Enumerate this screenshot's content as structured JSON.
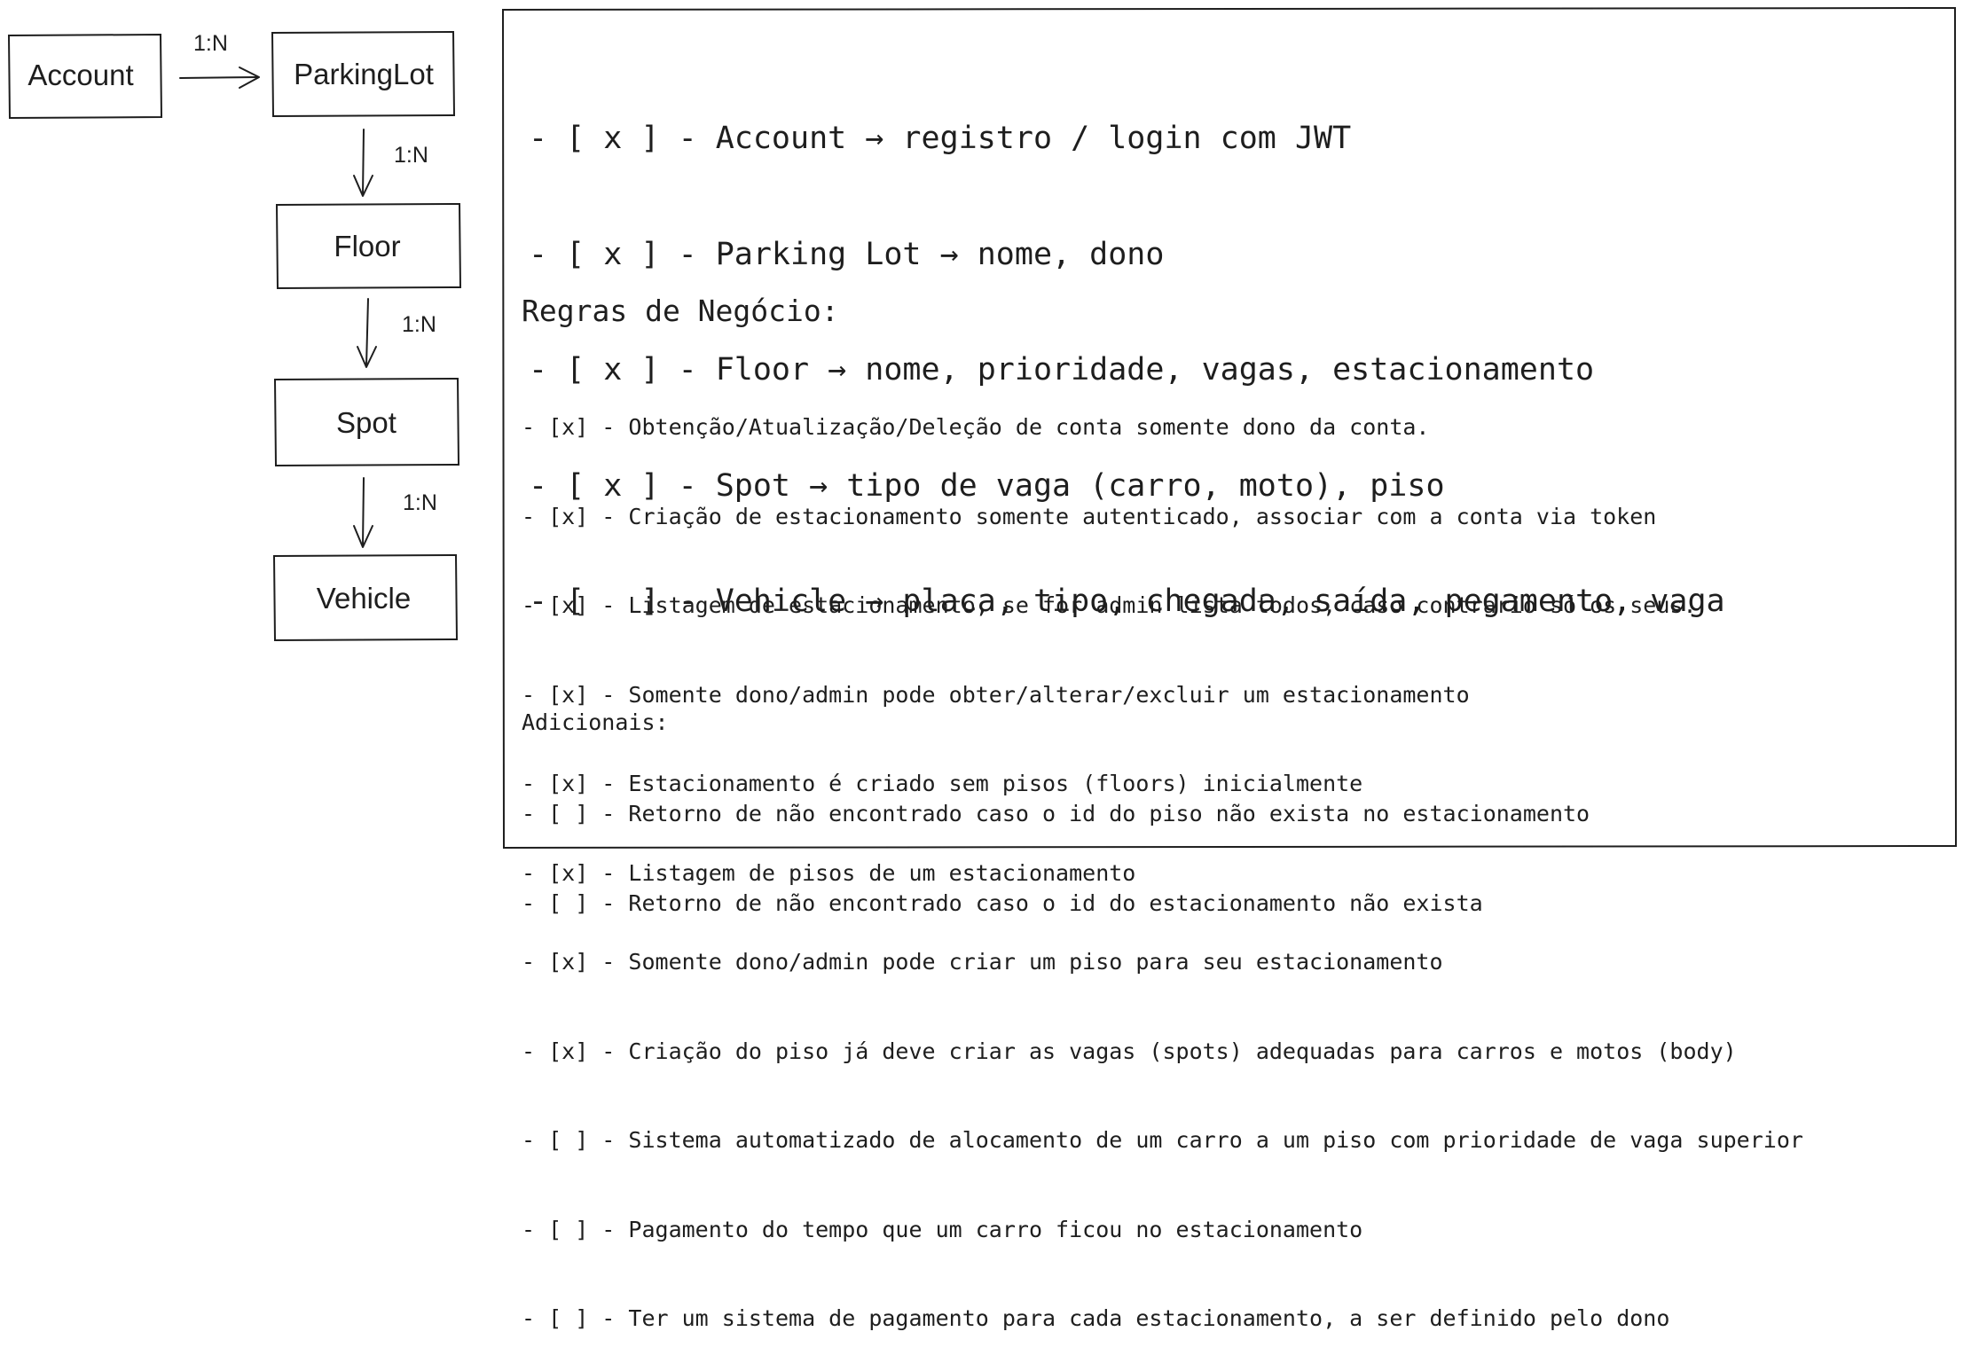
{
  "entities": {
    "account": "Account",
    "parking_lot": "ParkingLot",
    "floor": "Floor",
    "spot": "Spot",
    "vehicle": "Vehicle"
  },
  "relations": {
    "account_parkinglot": "1:N",
    "parkinglot_floor": "1:N",
    "floor_spot": "1:N",
    "spot_vehicle": "1:N"
  },
  "tasks": [
    "- [ x ] - Account → registro / login com JWT",
    "- [ x ] - Parking Lot → nome, dono",
    "- [ x ] - Floor → nome, prioridade, vagas, estacionamento",
    "- [ x ] - Spot → tipo de vaga (carro, moto), piso",
    "- [   ] - Vehicle → placa, tipo, chegada, saída, pegamento, vaga"
  ],
  "rules_title": "Regras de Negócio:",
  "rules": [
    "- [x] - Obtenção/Atualização/Deleção de conta somente dono da conta.",
    "- [x] - Criação de estacionamento somente autenticado, associar com a conta via token",
    "- [x] - Listagem de estacionamento, se for admin lista todos, caso contrario só os seus.",
    "- [x] - Somente dono/admin pode obter/alterar/excluir um estacionamento",
    "- [x] - Estacionamento é criado sem pisos (floors) inicialmente",
    "- [x] - Listagem de pisos de um estacionamento",
    "- [x] - Somente dono/admin pode criar um piso para seu estacionamento",
    "- [x] - Criação do piso já deve criar as vagas (spots) adequadas para carros e motos (body)",
    "- [ ] - Sistema automatizado de alocamento de um carro a um piso com prioridade de vaga superior",
    "- [ ] - Pagamento do tempo que um carro ficou no estacionamento",
    "- [ ] - Ter um sistema de pagamento para cada estacionamento, a ser definido pelo dono"
  ],
  "extras_title": "Adicionais:",
  "extras": [
    "- [ ] - Retorno de não encontrado caso o id do piso não exista no estacionamento",
    "- [ ] - Retorno de não encontrado caso o id do estacionamento não exista"
  ]
}
